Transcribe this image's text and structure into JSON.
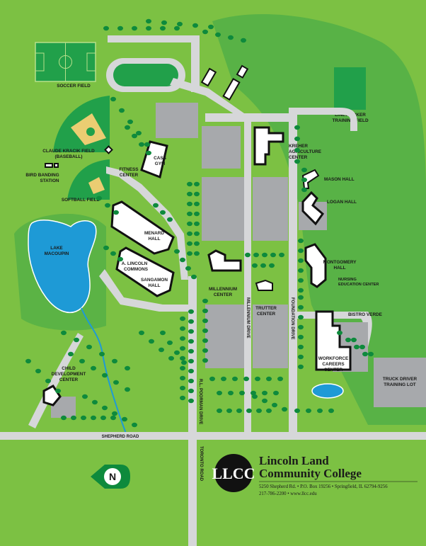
{
  "map": {
    "title": "Lincoln Land Community College Campus Map",
    "colors": {
      "grass": "#7cc143",
      "dark_grass": "#3aa648",
      "field": "#21a04a",
      "parking": "#a7a9ac",
      "road": "#d6d7d9",
      "water": "#1e9ad6",
      "building": "#ffffff",
      "tree": "#0e8a3c"
    }
  },
  "labels": {
    "soccer_field": "SOCCER FIELD",
    "lineworker_1": "LINEWORKER",
    "lineworker_2": "TRAINING FIELD",
    "claude_1": "CLAUDE KRACIK FIELD",
    "claude_2": "(BASEBALL)",
    "bird_1": "BIRD BANDING",
    "bird_2": "STATION",
    "fitness": "FITNESS",
    "center": "CENTER",
    "cass_1": "CASS",
    "cass_2": "GYM",
    "kreher_1": "KREHER",
    "kreher_2": "AGRICULTURE",
    "kreher_3": "CENTER",
    "mason": "MASON HALL",
    "logan": "LOGAN HALL",
    "softball": "SOFTBALL FIELD",
    "lake_1": "LAKE",
    "lake_2": "MACOUPIN",
    "menard_1": "MENARD",
    "menard_2": "HALL",
    "lincoln_1": "A. LINCOLN",
    "lincoln_2": "COMMONS",
    "sangamon_1": "SANGAMON",
    "sangamon_2": "HALL",
    "millennium_1": "MILLENNIUM",
    "millennium_2": "CENTER",
    "trutter_1": "TRUTTER",
    "trutter_2": "CENTER",
    "montgomery_1": "MONTGOMERY",
    "montgomery_2": "HALL",
    "nursing_1": "NURSING",
    "nursing_2": "EDUCATION CENTER",
    "bistro": "BISTRO VERDE",
    "workforce_1": "WORKFORCE",
    "workforce_2": "CAREERS",
    "workforce_3": "CENTER",
    "truck_1": "TRUCK DRIVER",
    "truck_2": "TRAINING LOT",
    "child_1": "CHILD",
    "child_2": "DEVELOPMENT",
    "child_3": "CENTER"
  },
  "roads": {
    "shepherd": "SHEPHERD ROAD",
    "millennium_drive": "MILLENNIUM DRIVE",
    "foundation_drive": "FOUNDATION DRIVE",
    "poorman_drive": "R.L. POORMAN DRIVE",
    "toronto_road": "TORONTO ROAD"
  },
  "compass": {
    "letter": "N"
  },
  "college": {
    "logo_text": "LLCC",
    "name_line1": "Lincoln Land",
    "name_line2": "Community College",
    "address": "5250 Shepherd Rd. • P.O. Box 19256 • Springfield, IL 62794-9256",
    "contact": "217-786-2200 • www.llcc.edu"
  }
}
